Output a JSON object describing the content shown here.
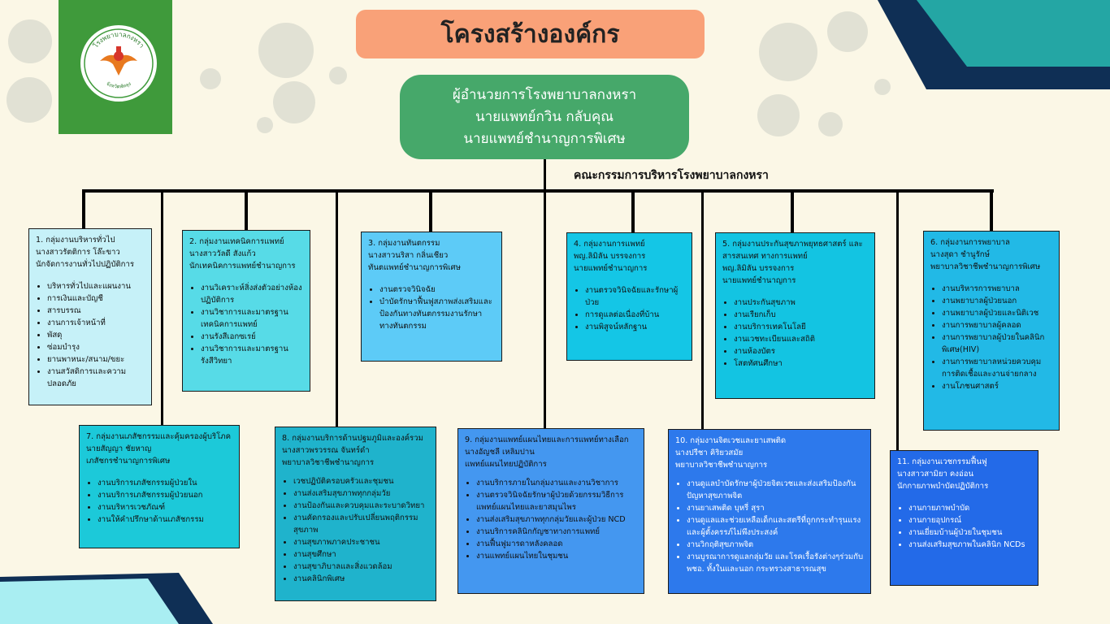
{
  "title": "โครงสร้างองค์กร",
  "logo": {
    "top_text": "โรงพยาบาลกงหรา",
    "bottom_text": "จังหวัดพัทลุง"
  },
  "director": {
    "line1": "ผู้อำนวยการโรงพยาบาลกงหรา",
    "line2": "นายแพทย์กวิน   กลับคุณ",
    "line3": "นายแพทย์ชำนาญการพิเศษ"
  },
  "committee": "คณะกรรมการบริหารโรงพยาบาลกงหรา",
  "groups": [
    {
      "head": "1. กลุ่มงานบริหารทั่วไป\n     นางสาวรัตติการ  โล๊ะขาว\n  นักจัดการงานทั่วไปปฏิบัติการ",
      "items": [
        "บริหารทั่วไปและแผนงาน",
        "การเงินและบัญชี",
        "สารบรรณ",
        "งานการเจ้าหน้าที่",
        "พัสดุ",
        "ซ่อมบำรุง",
        "ยานพาหนะ/สนาม/ขยะ",
        "งานสวัสดิการและความปลอดภัย"
      ]
    },
    {
      "head": "2. กลุ่มงานเทคนิคการแพทย์\n        นางสาววัลดี  สังแก้ว\n  นักเทคนิคการแพทย์ชำนาญการ",
      "items": [
        "งานวิเคราะห์สิ่งส่งตัวอย่างห้องปฏิบัติการ",
        "งานวิชาการและมาตรฐานเทคนิคการแพทย์",
        "งานรังสีเอกซเรย์",
        "งานวิชาการและมาตรฐานรังสีวิทยา"
      ]
    },
    {
      "head": "3. กลุ่มงานทันตกรรม\n       นางสาวนริสา  กลิ่นเชียว\n  ทันตแพทย์ชำนาญการพิเศษ",
      "items": [
        "งานตรวจวินิจฉัย",
        "บำบัดรักษาฟื้นฟูสภาพส่งเสริมและป้องกันทางทันตกรรมงานรักษาทางทันตกรรม"
      ]
    },
    {
      "head": "4. กลุ่มงานการแพทย์\n      พญ.ลิมิลัน  บรรจงการ\n  นายแพทย์ชำนาญการ",
      "items": [
        "งานตรวจวินิจฉัยและรักษาผู้ป่วย",
        "การดูแลต่อเนื่องที่บ้าน",
        "งานพิสูจน์หลักฐาน"
      ]
    },
    {
      "head": "5. กลุ่มงานประกันสุขภาพยุทธศาสตร์ และสารสนเทศ ทางการแพทย์\n              พญ.ลิมิลัน  บรรจงการ\n              นายแพทย์ชำนาญการ",
      "items": [
        "งานประกันสุขภาพ",
        "งานเรียกเก็บ",
        "งานบริการเทคโนโลยี",
        "งานเวชทะเบียนและสถิติ",
        "งานห้องบัตร",
        "โสตทัศนศึกษา"
      ]
    },
    {
      "head": "6. กลุ่มงานการพยาบาล\n            นางสุดา  ชำนูรักษ์\n  พยาบาลวิชาชีพชำนาญการพิเศษ",
      "items": [
        "งานบริหารการพยาบาล",
        "งานพยาบาลผู้ป่วยนอก",
        "งานพยาบาลผู้ป่วยและนิติเวช",
        "งานการพยาบาลผู้คลอด",
        "งานการพยาบาลผู้ป่วยในคลินิกพิเศษ(HIV)",
        "งานการพยาบาลหน่วยควบคุมการติดเชื้อและงานจ่ายกลาง",
        "งานโภชนศาสตร์"
      ]
    },
    {
      "head": "7. กลุ่มงานเภสัชกรรมและคุ้มครองผู้บริโภค\n      นายสัญญา ชัยหาญ\n      เภสัชกรชำนาญการพิเศษ",
      "items": [
        "งานบริการเภสัชกรรมผู้ป่วยใน",
        "งานบริการเภสัชกรรมผู้ป่วยนอก",
        "งานบริหารเวชภัณฑ์",
        "งานให้คำปรึกษาด้านเภสัชกรรม"
      ]
    },
    {
      "head": "8. กลุ่มงานบริการด้านปฐมภูมิและองค์รวม\n      นางสาวพรวรรณ  จันทร์ดำ\n   พยาบาลวิชาชีพชำนาญการ",
      "items": [
        "เวชปฏิบัติครอบครัวและชุมชน",
        "งานส่งเสริมสุขภาพทุกกลุ่มวัย",
        "งานป้องกันและควบคุมและระบาดวิทยา",
        "งานคัดกรองและปรับเปลี่ยนพฤติกรรมสุขภาพ",
        "งานสุขภาพภาคประชาชน",
        "งานสุขศึกษา",
        "งานสุขาภิบาลและสิ่งแวดล้อม",
        "งานคลินิกพิเศษ"
      ]
    },
    {
      "head": "9. กลุ่มงานแพทย์แผนไทยและการแพทย์ทางเลือก\n         นางอัญชลี เหลิมปาน\n      แพทย์แผนไทยปฏิบัติการ",
      "items": [
        "งานบริการภายในกลุ่มงานและงานวิชาการ",
        "งานตรวจวินิจฉัยรักษาผู้ป่วยด้วยกรรมวิธีการแพทย์แผนไทยและยาสมุนไพร",
        "งานส่งเสริมสุขภาพทุกกลุ่มวัยและผู้ป่วย NCD",
        "งานบริการคลินิกกัญชาทางการแพทย์",
        "งานฟื้นฟูมารดาหลังคลอด",
        "งานแพทย์แผนไทยในชุมชน"
      ]
    },
    {
      "head": "10. กลุ่มงานจิตเวชและยาเสพติด\n           นางปรีชา  คิริยวสมัย\n             พยาบาลวิชาชีพชำนาญการ",
      "items": [
        "งานดูแลบำบัดรักษาผู้ป่วยจิตเวชและส่งเสริมป้องกันปัญหาสุขภาพจิต",
        "งานยาเสพติด บุหรี่ สุรา",
        "งานดูแลและช่วยเหลือเด็กและสตรีที่ถูกกระทำรุนแรงและผู้ตั้งครรภ์ไม่พึงประสงค์",
        "งานวิกฤติสุขภาพจิต",
        "งานบูรณาการดูแลกลุ่มวัย และโรคเรื้อรังต่างๆร่วมกับพชอ. ทั้งในและนอก กระทรวงสาธารณสุข"
      ]
    },
    {
      "head": "11. กลุ่มงานเวชกรรมฟื้นฟู\n          นางสาวสามิยา คงอ่อน\n   นักกายภาพบำบัดปฏิบัติการ",
      "items": [
        "งานกายภาพบำบัด",
        "งานกายอุปกรณ์",
        "งานเยี่ยมบ้านผู้ป่วยในชุมชน",
        "งานส่งเสริมสุขภาพในคลินิก NCDs"
      ]
    }
  ],
  "colors": {
    "title_bg": "#f9a178",
    "director_bg": "#46a86a",
    "navy_accent": "#0f2f55",
    "teal_accent": "#24a6a4",
    "background": "#fbf7e6"
  }
}
